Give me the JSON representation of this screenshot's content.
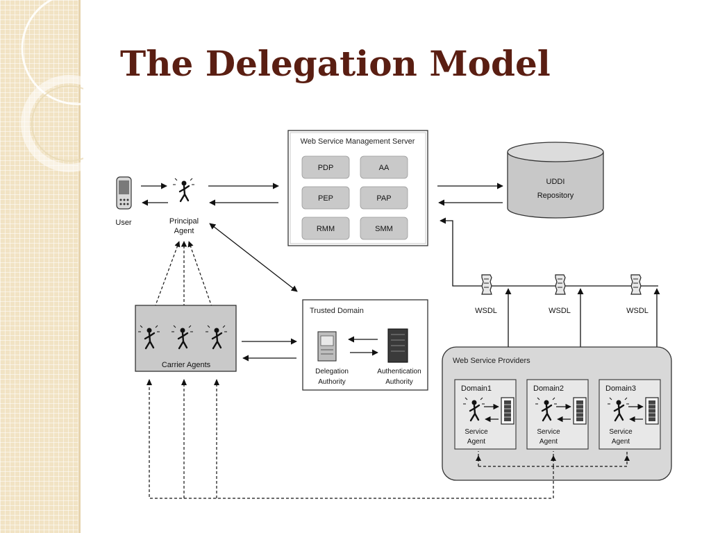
{
  "slide": {
    "title": "The Delegation Model"
  },
  "diagram": {
    "user_label": "User",
    "principal_agent_label_1": "Principal",
    "principal_agent_label_2": "Agent",
    "wsms": {
      "title": "Web Service Management Server",
      "modules": [
        "PDP",
        "AA",
        "PEP",
        "PAP",
        "RMM",
        "SMM"
      ]
    },
    "uddi": {
      "label_1": "UDDI",
      "label_2": "Repository"
    },
    "carrier_agents_label": "Carrier Agents",
    "trusted_domain": {
      "title": "Trusted Domain",
      "delegation_1": "Delegation",
      "delegation_2": "Authority",
      "authentication_1": "Authentication",
      "authentication_2": "Authority"
    },
    "wsdl_labels": [
      "WSDL",
      "WSDL",
      "WSDL"
    ],
    "providers": {
      "title": "Web Service Providers",
      "domains": [
        {
          "name": "Domain1",
          "agent_1": "Service",
          "agent_2": "Agent"
        },
        {
          "name": "Domain2",
          "agent_1": "Service",
          "agent_2": "Agent"
        },
        {
          "name": "Domain3",
          "agent_1": "Service",
          "agent_2": "Agent"
        }
      ]
    }
  }
}
